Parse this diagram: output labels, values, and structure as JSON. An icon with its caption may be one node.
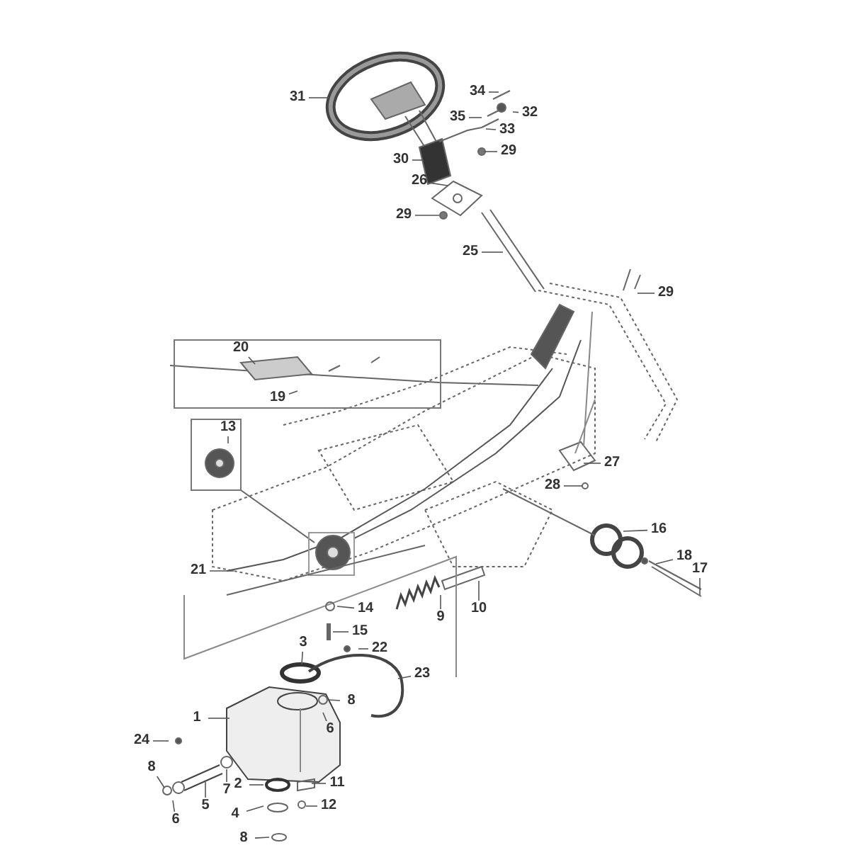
{
  "diagram": {
    "nodes": [
      {
        "text": [
          "31"
        ]
      },
      {
        "text": [
          "34"
        ]
      },
      {
        "text": [
          "32"
        ]
      },
      {
        "text": [
          "35"
        ]
      },
      {
        "text": [
          "33"
        ]
      },
      {
        "text": [
          "30"
        ]
      },
      {
        "text": [
          "29"
        ]
      },
      {
        "text": [
          "26"
        ]
      },
      {
        "text": [
          "29"
        ]
      },
      {
        "text": [
          "25"
        ]
      },
      {
        "text": [
          "29"
        ]
      },
      {
        "text": [
          "20"
        ]
      },
      {
        "text": [
          "19"
        ]
      },
      {
        "text": [
          "13"
        ]
      },
      {
        "text": [
          "27"
        ]
      },
      {
        "text": [
          "28"
        ]
      },
      {
        "text": [
          "16"
        ]
      },
      {
        "text": [
          "18"
        ]
      },
      {
        "text": [
          "17"
        ]
      },
      {
        "text": [
          "21"
        ]
      },
      {
        "text": [
          "14"
        ]
      },
      {
        "text": [
          "9"
        ]
      },
      {
        "text": [
          "10"
        ]
      },
      {
        "text": [
          "15"
        ]
      },
      {
        "text": [
          "3"
        ]
      },
      {
        "text": [
          "22"
        ]
      },
      {
        "text": [
          "23"
        ]
      },
      {
        "text": [
          "8"
        ]
      },
      {
        "text": [
          "1"
        ]
      },
      {
        "text": [
          "6"
        ]
      },
      {
        "text": [
          "24"
        ]
      },
      {
        "text": [
          "8"
        ]
      },
      {
        "text": [
          "7"
        ]
      },
      {
        "text": [
          "11"
        ]
      },
      {
        "text": [
          "2"
        ]
      },
      {
        "text": [
          "5"
        ]
      },
      {
        "text": [
          "12"
        ]
      },
      {
        "text": [
          "6"
        ]
      },
      {
        "text": [
          "4"
        ]
      },
      {
        "text": [
          "8"
        ]
      }
    ],
    "edges": [
      {
        "from": 0,
        "to": null,
        "arrow": "none"
      },
      {
        "from": 1,
        "to": null,
        "arrow": "none"
      },
      {
        "from": 2,
        "to": null,
        "arrow": "none"
      },
      {
        "from": 3,
        "to": null,
        "arrow": "none"
      },
      {
        "from": 4,
        "to": null,
        "arrow": "none"
      },
      {
        "from": 5,
        "to": null,
        "arrow": "none"
      },
      {
        "from": 6,
        "to": null,
        "arrow": "none"
      },
      {
        "from": 7,
        "to": null,
        "arrow": "none"
      },
      {
        "from": 8,
        "to": null,
        "arrow": "none"
      },
      {
        "from": 9,
        "to": null,
        "arrow": "none"
      },
      {
        "from": 10,
        "to": null,
        "arrow": "none"
      },
      {
        "from": 11,
        "to": null,
        "arrow": "none"
      },
      {
        "from": 12,
        "to": null,
        "arrow": "none"
      },
      {
        "from": 13,
        "to": null,
        "arrow": "none"
      },
      {
        "from": 14,
        "to": null,
        "arrow": "none"
      },
      {
        "from": 15,
        "to": null,
        "arrow": "none"
      },
      {
        "from": 16,
        "to": null,
        "arrow": "none"
      },
      {
        "from": 17,
        "to": null,
        "arrow": "none"
      },
      {
        "from": 18,
        "to": null,
        "arrow": "none"
      },
      {
        "from": 19,
        "to": null,
        "arrow": "none"
      },
      {
        "from": 20,
        "to": null,
        "arrow": "none"
      },
      {
        "from": 21,
        "to": null,
        "arrow": "none"
      },
      {
        "from": 22,
        "to": null,
        "arrow": "none"
      },
      {
        "from": 23,
        "to": null,
        "arrow": "none"
      },
      {
        "from": 24,
        "to": null,
        "arrow": "none"
      },
      {
        "from": 25,
        "to": null,
        "arrow": "none"
      },
      {
        "from": 26,
        "to": null,
        "arrow": "none"
      },
      {
        "from": 27,
        "to": null,
        "arrow": "none"
      },
      {
        "from": 28,
        "to": null,
        "arrow": "none"
      },
      {
        "from": 29,
        "to": null,
        "arrow": "none"
      },
      {
        "from": 30,
        "to": null,
        "arrow": "none"
      },
      {
        "from": 31,
        "to": null,
        "arrow": "none"
      },
      {
        "from": 32,
        "to": null,
        "arrow": "none"
      },
      {
        "from": 33,
        "to": null,
        "arrow": "none"
      },
      {
        "from": 34,
        "to": null,
        "arrow": "none"
      },
      {
        "from": 35,
        "to": null,
        "arrow": "none"
      },
      {
        "from": 36,
        "to": null,
        "arrow": "none"
      },
      {
        "from": 37,
        "to": null,
        "arrow": "none"
      },
      {
        "from": 38,
        "to": null,
        "arrow": "none"
      },
      {
        "from": 39,
        "to": null,
        "arrow": "none"
      }
    ]
  }
}
